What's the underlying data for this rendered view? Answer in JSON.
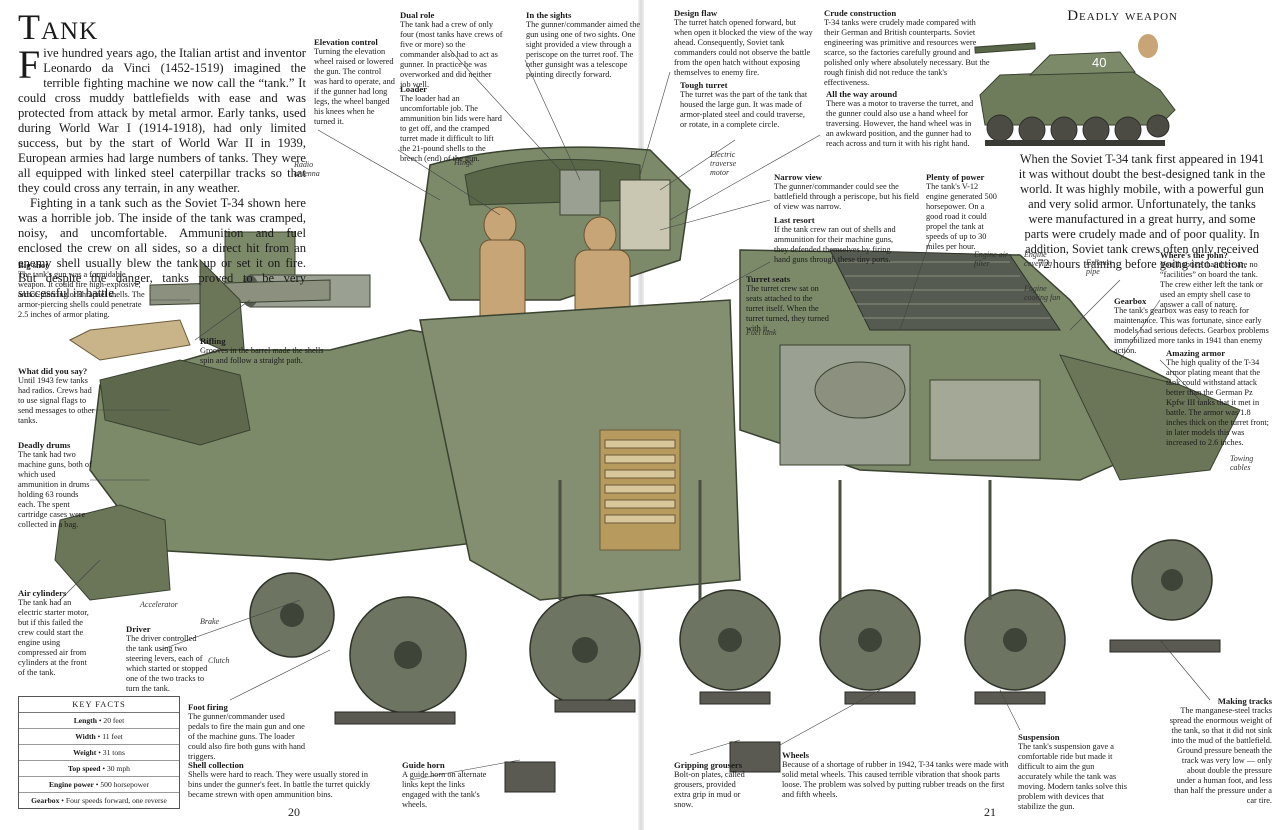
{
  "page": {
    "title": "Tank",
    "section_title": "Deadly weapon",
    "page_left": "20",
    "page_right": "21"
  },
  "intro": {
    "drop": "F",
    "p1": "ive hundred years ago, the Italian artist and inventor Leonardo da Vinci (1452-1519) imagined the terrible fighting machine we now call the “tank.” It could cross muddy battlefields with ease and was protected from attack by metal armor. Early tanks, used during World War I (1914-1918), had only limited success, but by the start of World War II in 1939, European armies had large numbers of tanks. They were all equipped with linked steel caterpillar tracks so that they could cross any terrain, in any weather.",
    "p2": "Fighting in a tank such as the Soviet T-34 shown here was a horrible job. The inside of the tank was cramped, noisy, and uncomfortable. Ammunition and fuel enclosed the crew on all sides, so a direct hit from an enemy shell usually blew the tank up or set it on fire. But despite the danger, tanks proved to be very successful in battle."
  },
  "side_paragraph": "When the Soviet T-34 tank first appeared in 1941 it was without doubt the best-designed tank in the world. It was highly mobile, with a powerful gun and very solid armor. Unfortunately, the tanks were manufactured in a great hurry, and some parts were crudely made and of poor quality. In addition, Soviet tank crews often only received 72 hours training before going into action.",
  "tank_number": "40",
  "captions": {
    "elevation": {
      "title": "Elevation control",
      "text": "Turning the elevation wheel raised or lowered the gun. The control was hard to operate, and if the gunner had long legs, the wheel banged his knees when he turned it."
    },
    "dual_role": {
      "title": "Dual role",
      "text": "The tank had a crew of only four (most tanks have crews of five or more) so the commander also had to act as gunner. In practice he was overworked and did neither job well."
    },
    "sights": {
      "title": "In the sights",
      "text": "The gunner/commander aimed the gun using one of two sights. One sight provided a view through a periscope on the turret roof. The other gunsight was a telescope pointing directly forward."
    },
    "design_flaw": {
      "title": "Design flaw",
      "text": "The turret hatch opened forward, but when open it blocked the view of the way ahead. Consequently, Soviet tank commanders could not observe the battle from the open hatch without exposing themselves to enemy fire."
    },
    "crude": {
      "title": "Crude construction",
      "text": "T-34 tanks were crudely made compared with their German and British counterparts. Soviet engineering was primitive and resources were scarce, so the factories carefully ground and polished only where absolutely necessary. But the rough finish did not reduce the tank's effectiveness."
    },
    "loader": {
      "title": "Loader",
      "text": "The loader had an uncomfortable job. The ammunition bin lids were hard to get off, and the cramped turret made it difficult to lift the 21-pound shells to the breech (end) of the gun."
    },
    "tough_turret": {
      "title": "Tough turret",
      "text": "The turret was the part of the tank that housed the large gun. It was made of armor-plated steel and could traverse, or rotate, in a complete circle."
    },
    "all_the_way": {
      "title": "All the way around",
      "text": "There was a motor to traverse the turret, and the gunner could also use a hand wheel for traversing. However, the hand wheel was in an awkward position, and the gunner had to reach across and turn it with his right hand."
    },
    "narrow_view": {
      "title": "Narrow view",
      "text": "The gunner/commander could see the battlefield through a periscope, but his field of view was narrow."
    },
    "plenty_power": {
      "title": "Plenty of power",
      "text": "The tank's V-12 engine generated 500 horsepower. On a good road it could propel the tank at speeds of up to 30 miles per hour."
    },
    "last_resort": {
      "title": "Last resort",
      "text": "If the tank crew ran out of shells and ammunition for their machine guns, they defended themselves by firing hand guns through these tiny ports."
    },
    "big_shot": {
      "title": "Big shot",
      "text": "The tank's gun was a formidable weapon. It could fire high-explosive, armor-piercing or shrapnel shells. The armor-piercing shells could penetrate 2.5 inches of armor plating."
    },
    "rifling": {
      "title": "Rifling",
      "text": "Grooves in the barrel made the shells spin and follow a straight path."
    },
    "turret_seats": {
      "title": "Turret seats",
      "text": "The turret crew sat on seats attached to the turret itself. When the turret turned, they turned with it."
    },
    "johns": {
      "title": "Where's the john?",
      "text": "You'll notice that there are no “facilities” on board the tank. The crew either left the tank or used an empty shell case to answer a call of nature."
    },
    "gearbox": {
      "title": "Gearbox",
      "text": "The tank's gearbox was easy to reach for maintenance. This was fortunate, since early models had serious defects. Gearbox problems immobilized more tanks in 1941 than enemy action."
    },
    "amazing_armor": {
      "title": "Amazing armor",
      "text": "The high quality of the T-34 armor plating meant that the tank could withstand attack better than the German Pz Kpfw III tanks that it met in battle. The armor was 1.8 inches thick on the turret front; in later models this was increased to 2.6 inches."
    },
    "what_did": {
      "title": "What did you say?",
      "text": "Until 1943 few tanks had radios. Crews had to use signal flags to send messages to other tanks."
    },
    "deadly_drums": {
      "title": "Deadly drums",
      "text": "The tank had two machine guns, both of which used ammunition in drums holding 63 rounds each. The spent cartridge cases were collected in a bag."
    },
    "air_cylinders": {
      "title": "Air cylinders",
      "text": "The tank had an electric starter motor, but if this failed the crew could start the engine using compressed air from cylinders at the front of the tank."
    },
    "driver": {
      "title": "Driver",
      "text": "The driver controlled the tank using two steering levers, each of which started or stopped one of the two tracks to turn the tank."
    },
    "foot_firing": {
      "title": "Foot firing",
      "text": "The gunner/commander used pedals to fire the main gun and one of the machine guns. The loader could also fire both guns with hand triggers."
    },
    "shell_collection": {
      "title": "Shell collection",
      "text": "Shells were hard to reach. They were usually stored in bins under the gunner's feet. In battle the turret quickly became strewn with open ammunition bins."
    },
    "guide_horn": {
      "title": "Guide horn",
      "text": "A guide horn on alternate links kept the links engaged with the tank's wheels."
    },
    "gripping": {
      "title": "Gripping grousers",
      "text": "Bolt-on plates, called grousers, provided extra grip in mud or snow."
    },
    "wheels": {
      "title": "Wheels",
      "text": "Because of a shortage of rubber in 1942, T-34 tanks were made with solid metal wheels. This caused terrible vibration that shook parts loose. The problem was solved by putting rubber treads on the first and fifth wheels."
    },
    "suspension": {
      "title": "Suspension",
      "text": "The tank's suspension gave a comfortable ride but made it difficult to aim the gun accurately while the tank was moving. Modern tanks solve this problem with devices that stabilize the gun."
    },
    "making_tracks": {
      "title": "Making tracks",
      "text": "The manganese-steel tracks spread the enormous weight of the tank, so that it did not sink into the mud of the battlefield. Ground pressure beneath the track was very low — only about double the pressure under a human foot, and less than half the pressure under a car tire."
    }
  },
  "labels": {
    "radio_antenna": "Radio antenna",
    "hinge": "Hinge",
    "electric_traverse": "Electric traverse motor",
    "engine_air_filter": "Engine air filter",
    "engine_covering": "Engine covering",
    "engine_cooling_fan": "Engine cooling fan",
    "exhaust_pipe": "Exhaust pipe",
    "fuel_tank": "Fuel tank",
    "accelerator": "Accelerator",
    "brake": "Brake",
    "clutch": "Clutch",
    "towing_cables": "Towing cables"
  },
  "key_facts": {
    "heading": "KEY FACTS",
    "rows": [
      {
        "k": "Length",
        "v": "20 feet"
      },
      {
        "k": "Width",
        "v": "11 feet"
      },
      {
        "k": "Weight",
        "v": "31 tons"
      },
      {
        "k": "Top speed",
        "v": "30 mph"
      },
      {
        "k": "Engine power",
        "v": "500 horsepower"
      },
      {
        "k": "Gearbox",
        "v": "Four speeds forward, one reverse"
      }
    ]
  },
  "colors": {
    "armor": "#7d8a6a",
    "armor_dark": "#4e5a42",
    "steel": "#9aa092",
    "track": "#5a5a52",
    "crew": "#c7a577"
  }
}
